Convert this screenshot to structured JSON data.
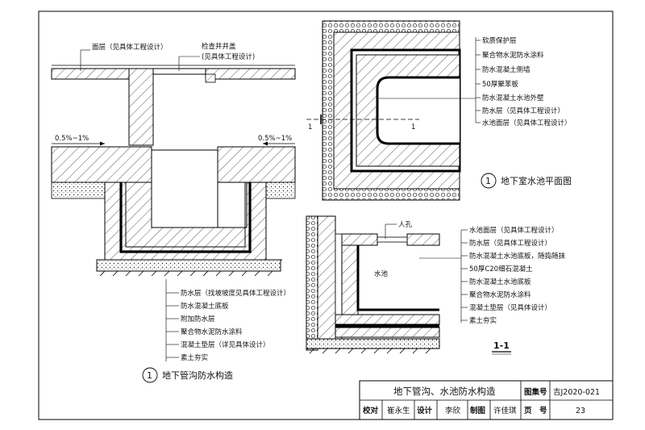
{
  "left_detail": {
    "surface_label": "面层（见具体工程设计）",
    "cover_label_1": "检查井井盖",
    "cover_label_2": "(见具体工程设计)",
    "slope_left": "0.5%~1%",
    "slope_right": "0.5%~1%",
    "layers": [
      "防水层（找坡坡度见具体工程设计）",
      "防水混凝土底板",
      "附加防水层",
      "聚合物水泥防水涂料",
      "混凝土垫层（详见具体设计）",
      "素土夯实"
    ],
    "caption_num": "1",
    "caption": "地下管沟防水构造"
  },
  "plan_detail": {
    "layers": [
      "软质保护层",
      "聚合物水泥防水涂料",
      "防水混凝土侧墙",
      "50厚聚苯板",
      "防水混凝土水池外壁",
      "防水层（见具体工程设计）",
      "水池面层（见具体工程设计）"
    ],
    "section_mark_left": "1",
    "section_mark_right": "1",
    "caption_num": "1",
    "caption": "地下室水池平面图"
  },
  "section_detail": {
    "manhole_label": "人孔",
    "pool_label": "水池",
    "layers": [
      "水池面层（见具体工程设计）",
      "防水层（见具体工程设计）",
      "防水混凝土水池底板，随捣随抹",
      "50厚C20细石混凝土",
      "防水混凝土水池底板",
      "聚合物水泥防水涂料",
      "混凝土垫层（见具体设计）",
      "素土夯实"
    ],
    "caption": "1-1"
  },
  "title_block": {
    "title": "地下管沟、水池防水构造",
    "atlas_label": "图集号",
    "atlas_no": "吉J2020-021",
    "check_label": "校对",
    "check_name": "崔永生",
    "design_label": "设计",
    "design_name": "李欣",
    "draw_label": "制图",
    "draw_name": "许佳琪",
    "page_label": "页　号",
    "page_no": "23"
  }
}
